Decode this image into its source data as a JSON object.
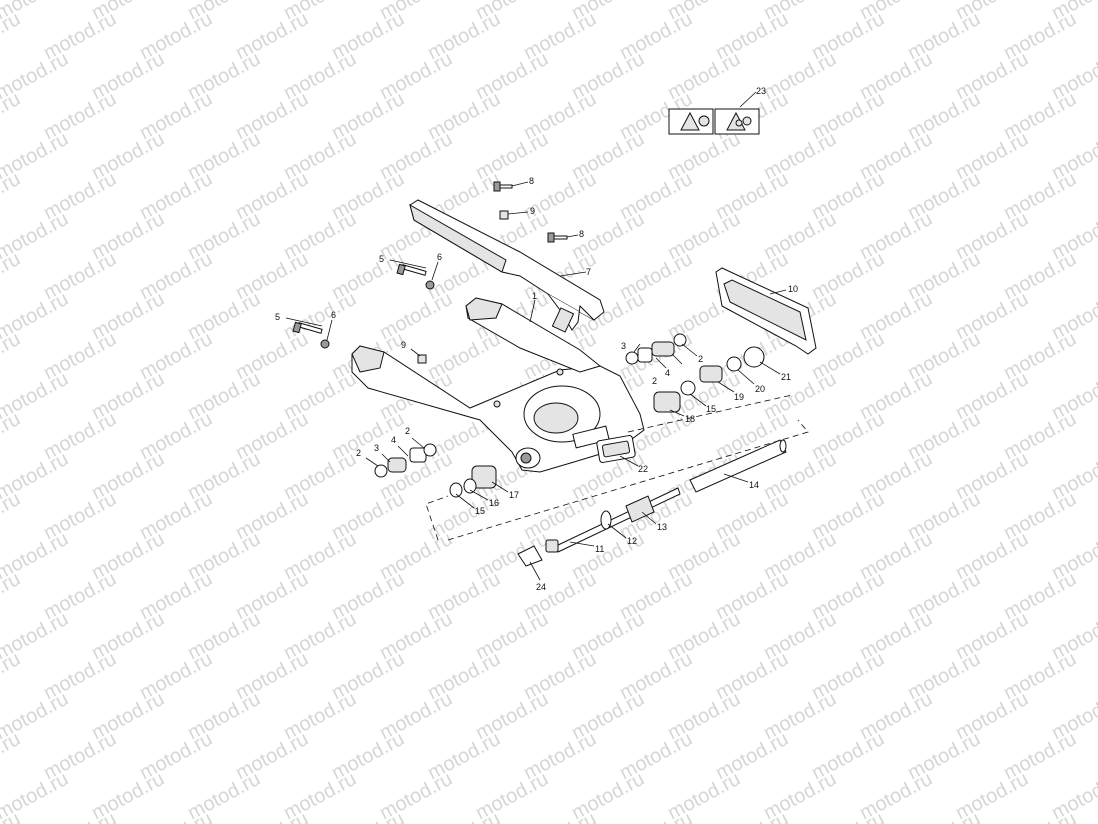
{
  "watermark": {
    "text": "motod.ru"
  },
  "callouts": [
    {
      "id": "c23",
      "label": "23"
    },
    {
      "id": "c8a",
      "label": "8"
    },
    {
      "id": "c9a",
      "label": "9"
    },
    {
      "id": "c8b",
      "label": "8"
    },
    {
      "id": "c7",
      "label": "7"
    },
    {
      "id": "c5a",
      "label": "5"
    },
    {
      "id": "c6a",
      "label": "6"
    },
    {
      "id": "c1",
      "label": "1"
    },
    {
      "id": "c5b",
      "label": "5"
    },
    {
      "id": "c6b",
      "label": "6"
    },
    {
      "id": "c9b",
      "label": "9"
    },
    {
      "id": "c10",
      "label": "10"
    },
    {
      "id": "c3a",
      "label": "3"
    },
    {
      "id": "c2a",
      "label": "2"
    },
    {
      "id": "c4a",
      "label": "4"
    },
    {
      "id": "c2b",
      "label": "2"
    },
    {
      "id": "c21",
      "label": "21"
    },
    {
      "id": "c20",
      "label": "20"
    },
    {
      "id": "c19",
      "label": "19"
    },
    {
      "id": "c15a",
      "label": "15"
    },
    {
      "id": "c18",
      "label": "18"
    },
    {
      "id": "c2c",
      "label": "2"
    },
    {
      "id": "c4b",
      "label": "4"
    },
    {
      "id": "c3b",
      "label": "3"
    },
    {
      "id": "c2d",
      "label": "2"
    },
    {
      "id": "c22",
      "label": "22"
    },
    {
      "id": "c14",
      "label": "14"
    },
    {
      "id": "c17",
      "label": "17"
    },
    {
      "id": "c16",
      "label": "16"
    },
    {
      "id": "c15b",
      "label": "15"
    },
    {
      "id": "c13",
      "label": "13"
    },
    {
      "id": "c12",
      "label": "12"
    },
    {
      "id": "c11",
      "label": "11"
    },
    {
      "id": "c24",
      "label": "24"
    }
  ]
}
